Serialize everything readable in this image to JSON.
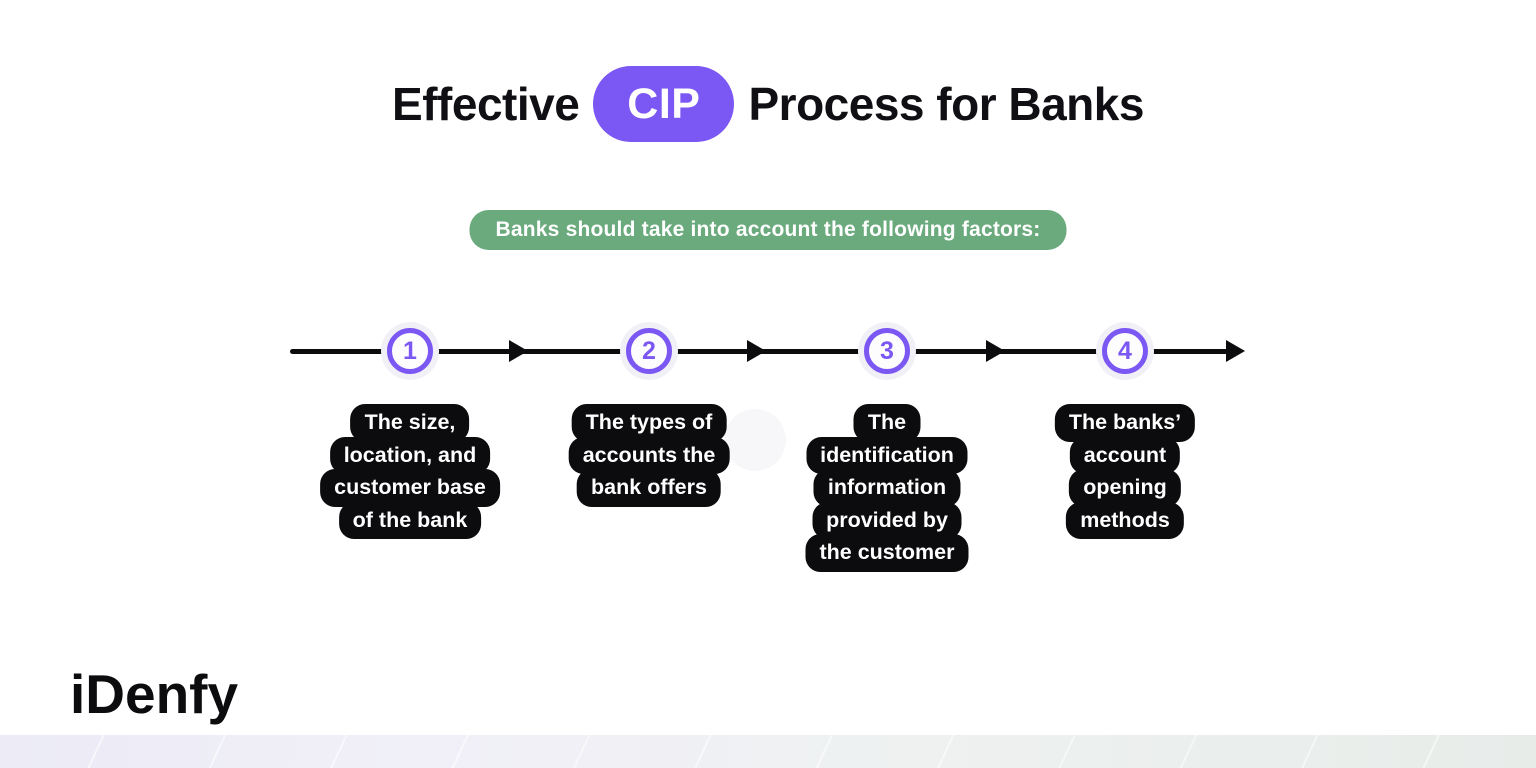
{
  "title": {
    "pre": "Effective",
    "highlight": "CIP",
    "post": "Process for Banks"
  },
  "banner": {
    "text": "Banks should take into account the following factors:"
  },
  "timeline": {
    "steps": [
      {
        "number": "1",
        "lines": [
          "The size,",
          "location, and",
          "customer base",
          "of the bank"
        ]
      },
      {
        "number": "2",
        "lines": [
          "The types of",
          "accounts the",
          "bank offers"
        ]
      },
      {
        "number": "3",
        "lines": [
          "The",
          "identification",
          "information",
          "provided by",
          "the customer"
        ]
      },
      {
        "number": "4",
        "lines": [
          "The banks’",
          "account",
          "opening",
          "methods"
        ]
      }
    ]
  },
  "footer": {
    "logo": "iDenfy"
  },
  "colors": {
    "purple": "#7b57f3",
    "green": "#6aaa7d",
    "black": "#0c0c0e"
  }
}
